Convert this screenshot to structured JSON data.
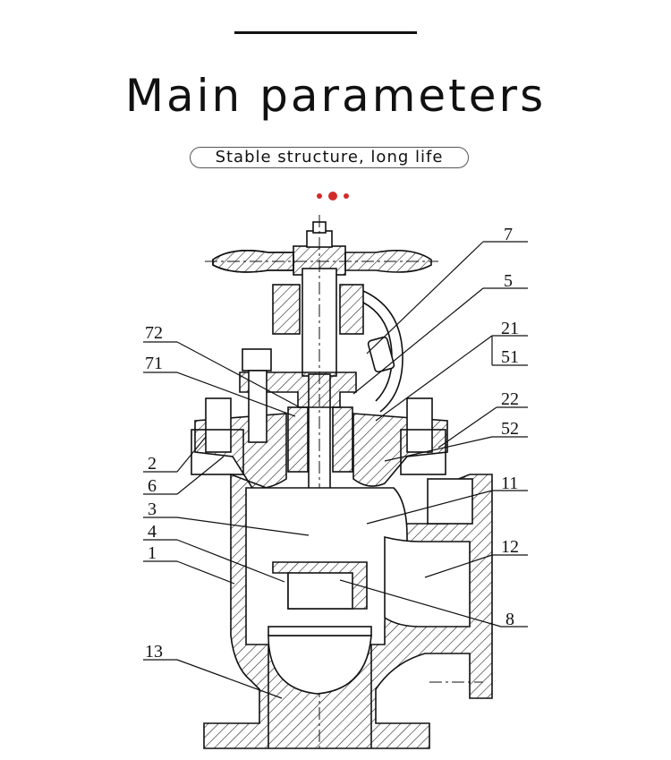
{
  "header": {
    "title": "Main parameters",
    "subtitle": "Stable structure, long life"
  },
  "colors": {
    "accent": "#d22a2a",
    "line": "#111111"
  },
  "diagram": {
    "labels": {
      "l7": "7",
      "l5": "5",
      "l21": "21",
      "l51": "51",
      "l22": "22",
      "l52": "52",
      "l11": "11",
      "l12": "12",
      "l8": "8",
      "l72": "72",
      "l71": "71",
      "l2": "2",
      "l6": "6",
      "l3": "3",
      "l4": "4",
      "l1": "1",
      "l13": "13"
    }
  }
}
